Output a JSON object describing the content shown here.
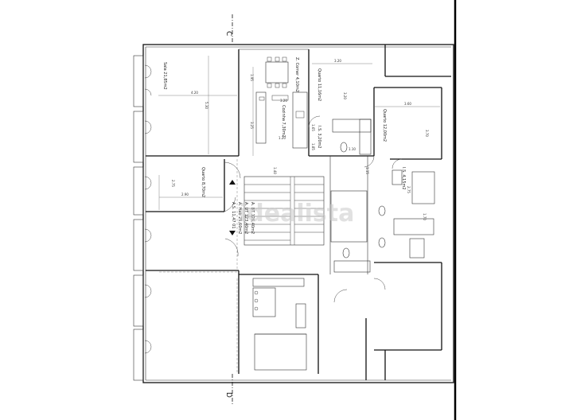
{
  "section_marks": {
    "top": "C",
    "bottom": "D"
  },
  "watermark": "idealista",
  "rooms": [
    {
      "id": "sala",
      "label": "Sala 21,85m2"
    },
    {
      "id": "zona-comer",
      "label": "Z. Comer 4,10m2"
    },
    {
      "id": "quarto-1",
      "label": "Quarto 11,16m2"
    },
    {
      "id": "quarto-2",
      "label": "Quarto 12,00m2"
    },
    {
      "id": "cozinha",
      "label": "Cozinha 7,30m2"
    },
    {
      "id": "quarto-3",
      "label": "Quarto 8,70m2"
    },
    {
      "id": "is-1",
      "label": "I.S. 3,20m2"
    },
    {
      "id": "is-2",
      "label": "I.S. 4,15m2"
    }
  ],
  "areas": {
    "line1": "A. BT 126,40m2",
    "line2": "A. UT 123,40m2",
    "line3": "A. Hab 25,60m2",
    "line4": "A.S. 11,47 01"
  },
  "dimensions": [
    "4.20",
    "3.20",
    "1.95",
    "3.20",
    "3.20",
    "1.65",
    "5.30",
    "3.25",
    "1.20",
    "1.85",
    "1.10",
    "1.40",
    "1.15",
    "3.60",
    "3.70",
    "2.75",
    "2.90",
    "2.75",
    "1.70"
  ]
}
